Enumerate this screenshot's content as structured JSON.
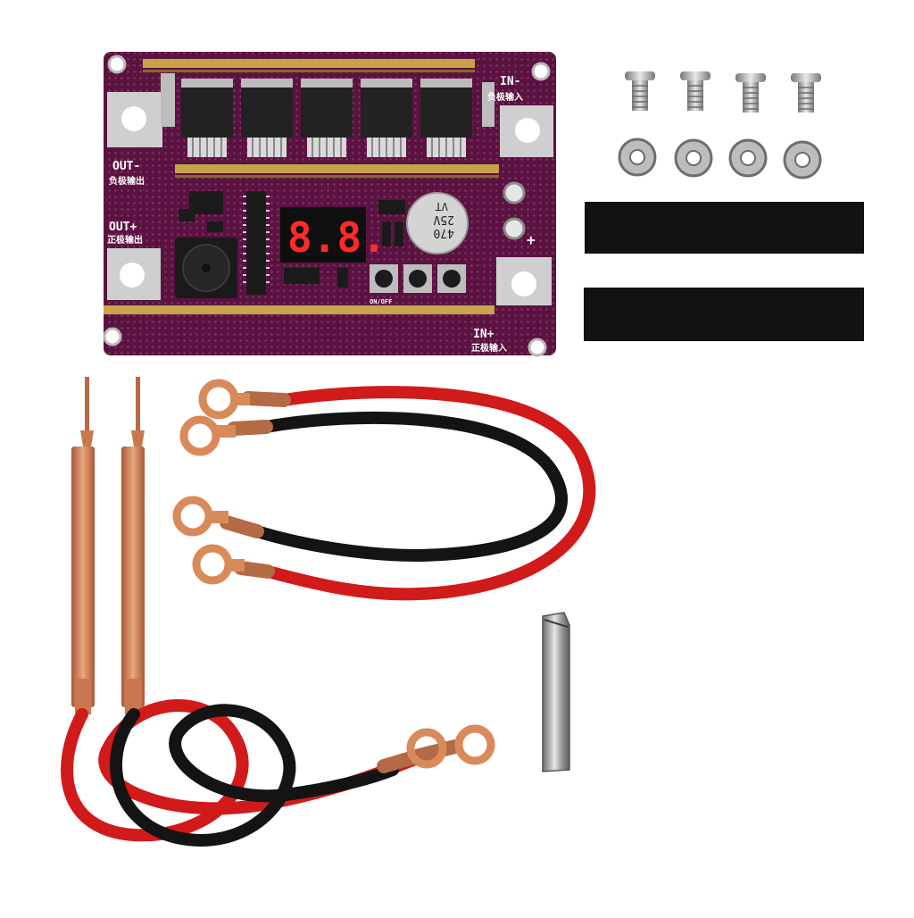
{
  "board": {
    "label_in_minus": "IN-",
    "label_in_minus_cn": "负极输入",
    "label_out_minus": "OUT-",
    "label_out_minus_cn": "负极输出",
    "label_out_plus": "OUT+",
    "label_out_plus_cn": "正极输出",
    "label_in_plus": "IN+",
    "label_in_plus_cn": "正极输入",
    "display": "8.8.",
    "capacitor_value": "470",
    "capacitor_voltage": "25V",
    "capacitor_brand": "VT",
    "button_label": "ON/OFF",
    "plus_mark": "+",
    "colors": {
      "pcb": "#5a1340",
      "copper_bar": "#c9a24a",
      "display_led": "#ff2a2a"
    }
  },
  "accessories": {
    "screws": 4,
    "washers": 4,
    "insulating_strips": 2,
    "nickel_strip_roll": 1
  },
  "cables": {
    "colors": {
      "positive": "#d11a1a",
      "negative": "#141414",
      "lug": "#d98a5b"
    }
  },
  "pens": {
    "count": 2,
    "color": "#c9774e"
  }
}
